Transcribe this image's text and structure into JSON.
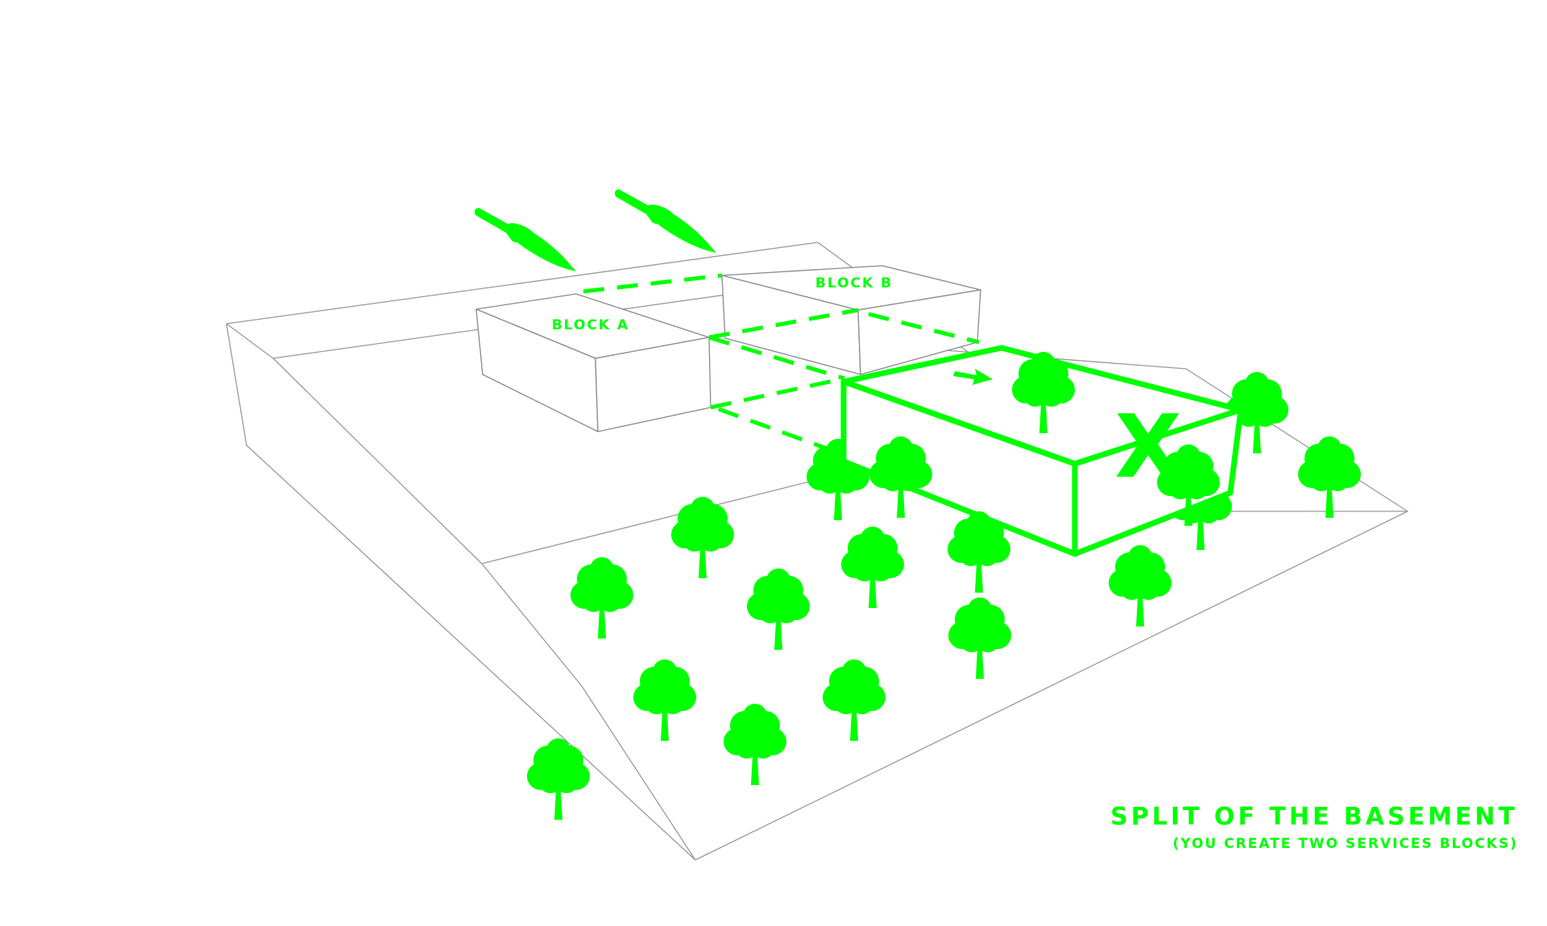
{
  "labels": {
    "block_a": "BLOCK A",
    "block_b": "BLOCK B",
    "removed_mark": "X"
  },
  "caption": {
    "title": "SPLIT OF THE BASEMENT",
    "subtitle": "(YOU CREATE TWO SERVICES BLOCKS)"
  },
  "icons": {
    "cut_tool": "knife-icon",
    "vegetation": "tree-icon",
    "move_direction": "arrow-icon"
  },
  "colors": {
    "accent": "#00ff00",
    "outline": "#8a8a8a",
    "background": "#ffffff"
  },
  "counts": {
    "knives": 2,
    "trees": 18
  }
}
